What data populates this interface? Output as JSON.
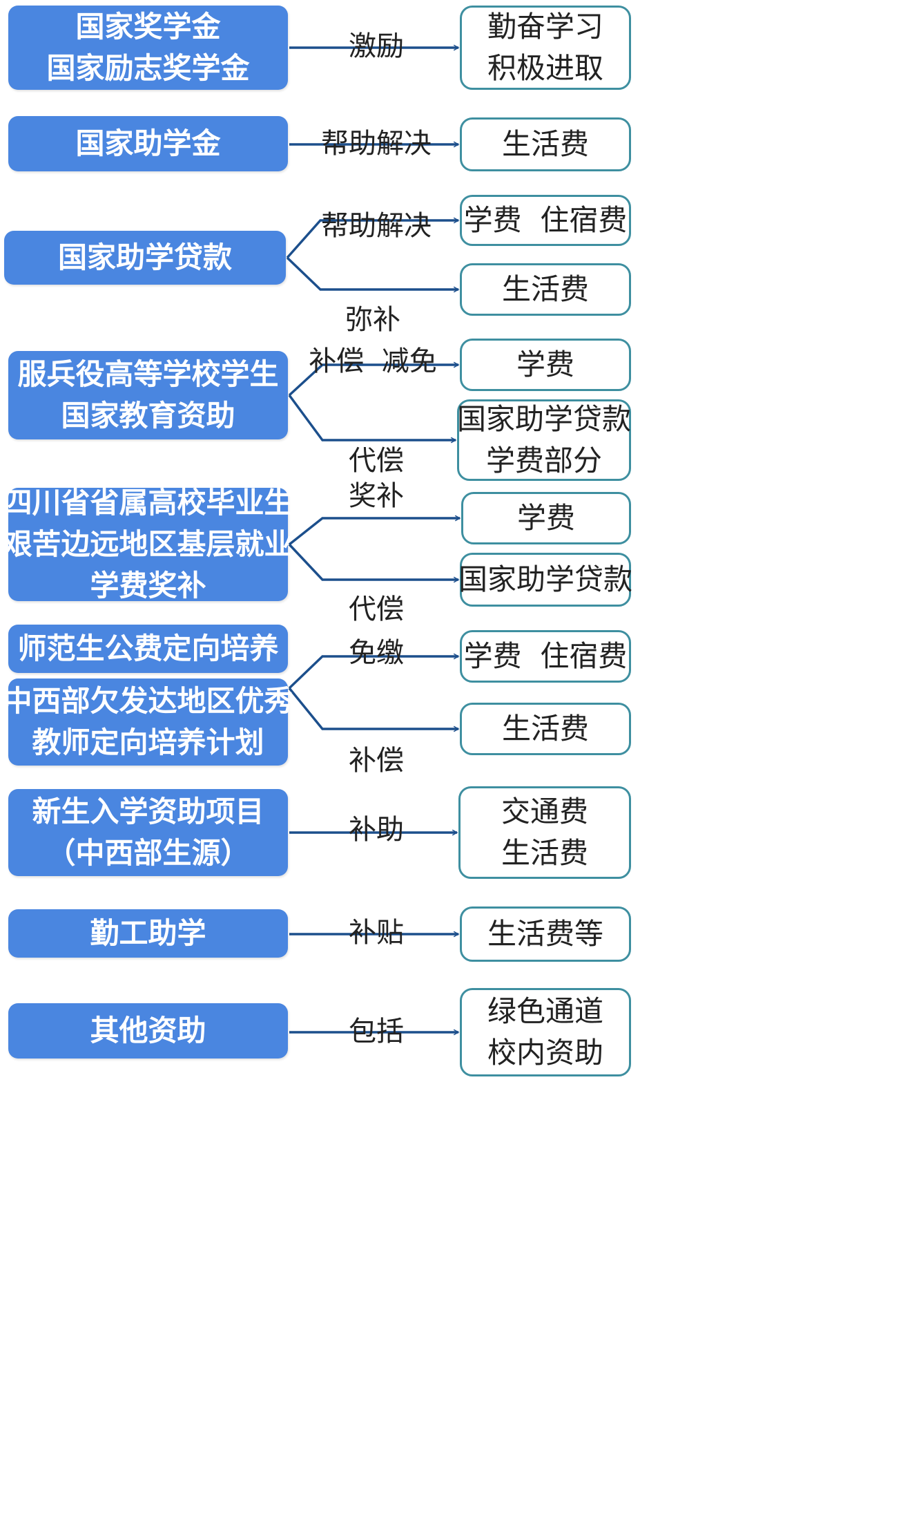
{
  "rows": [
    {
      "source": [
        "国家奖学金",
        "国家励志奖学金"
      ],
      "edges": [
        {
          "label": "激励",
          "target": [
            "勤奋学习",
            "积极进取"
          ]
        }
      ]
    },
    {
      "source": [
        "国家助学金"
      ],
      "edges": [
        {
          "label": "帮助解决",
          "target": [
            "生活费"
          ]
        }
      ]
    },
    {
      "source": [
        "国家助学贷款"
      ],
      "edges": [
        {
          "label": "帮助解决",
          "target": [
            "学费  住宿费"
          ]
        },
        {
          "label": "弥补",
          "target": [
            "生活费"
          ]
        }
      ]
    },
    {
      "source": [
        "服兵役高等学校学生",
        "国家教育资助"
      ],
      "edges": [
        {
          "label": "补偿  减免",
          "target": [
            "学费"
          ]
        },
        {
          "label": "代偿",
          "target": [
            "国家助学贷款",
            "学费部分"
          ]
        }
      ]
    },
    {
      "source": [
        "四川省省属高校毕业生",
        "艰苦边远地区基层就业",
        "学费奖补"
      ],
      "edges": [
        {
          "label": "奖补",
          "target": [
            "学费"
          ]
        },
        {
          "label": "代偿",
          "target": [
            "国家助学贷款"
          ]
        }
      ]
    },
    {
      "source": [
        "师范生公费定向培养"
      ],
      "source2": [
        "中西部欠发达地区优秀",
        "教师定向培养计划"
      ],
      "edges": [
        {
          "label": "免缴",
          "target": [
            "学费  住宿费"
          ]
        },
        {
          "label": "补偿",
          "target": [
            "生活费"
          ]
        }
      ]
    },
    {
      "source": [
        "新生入学资助项目",
        "（中西部生源）"
      ],
      "edges": [
        {
          "label": "补助",
          "target": [
            "交通费",
            "生活费"
          ]
        }
      ]
    },
    {
      "source": [
        "勤工助学"
      ],
      "edges": [
        {
          "label": "补贴",
          "target": [
            "生活费等"
          ]
        }
      ]
    },
    {
      "source": [
        "其他资助"
      ],
      "edges": [
        {
          "label": "包括",
          "target": [
            "绿色通道",
            "校内资助"
          ]
        }
      ]
    }
  ],
  "colors": {
    "source_fill": "#4a86e0",
    "target_border": "#3e8fa0",
    "arrow": "#1c4f8c"
  }
}
